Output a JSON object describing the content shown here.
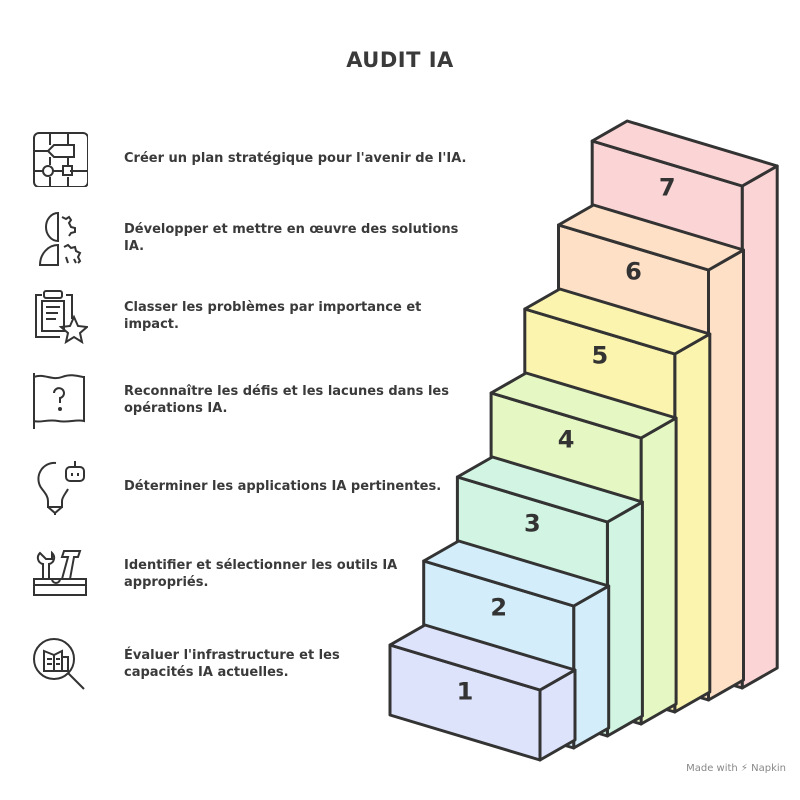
{
  "title": "AUDIT IA",
  "steps": [
    {
      "number": "1",
      "text": "Évaluer l'infrastructure et les capacités IA actuelles.",
      "icon": "magnifier-building-icon",
      "color": "#dde3fb"
    },
    {
      "number": "2",
      "text": "Identifier et sélectionner les outils IA appropriés.",
      "icon": "toolbox-icon",
      "color": "#d3eefa"
    },
    {
      "number": "3",
      "text": "Déterminer les applications IA pertinentes.",
      "icon": "lightbulb-robot-icon",
      "color": "#d2f4e2"
    },
    {
      "number": "4",
      "text": "Reconnaître les défis et les lacunes dans les opérations IA.",
      "icon": "question-flag-icon",
      "color": "#e5f7c3"
    },
    {
      "number": "5",
      "text": "Classer les problèmes par importance et impact.",
      "icon": "clipboard-star-icon",
      "color": "#fbf4ae"
    },
    {
      "number": "6",
      "text": "Développer et mettre en œuvre des solutions IA.",
      "icon": "head-gears-icon",
      "color": "#fde0c6"
    },
    {
      "number": "7",
      "text": "Créer un plan stratégique pour l'avenir de l'IA.",
      "icon": "strategy-flowchart-icon",
      "color": "#fbd5d6"
    }
  ],
  "watermark": "Made with ⚡ Napkin"
}
